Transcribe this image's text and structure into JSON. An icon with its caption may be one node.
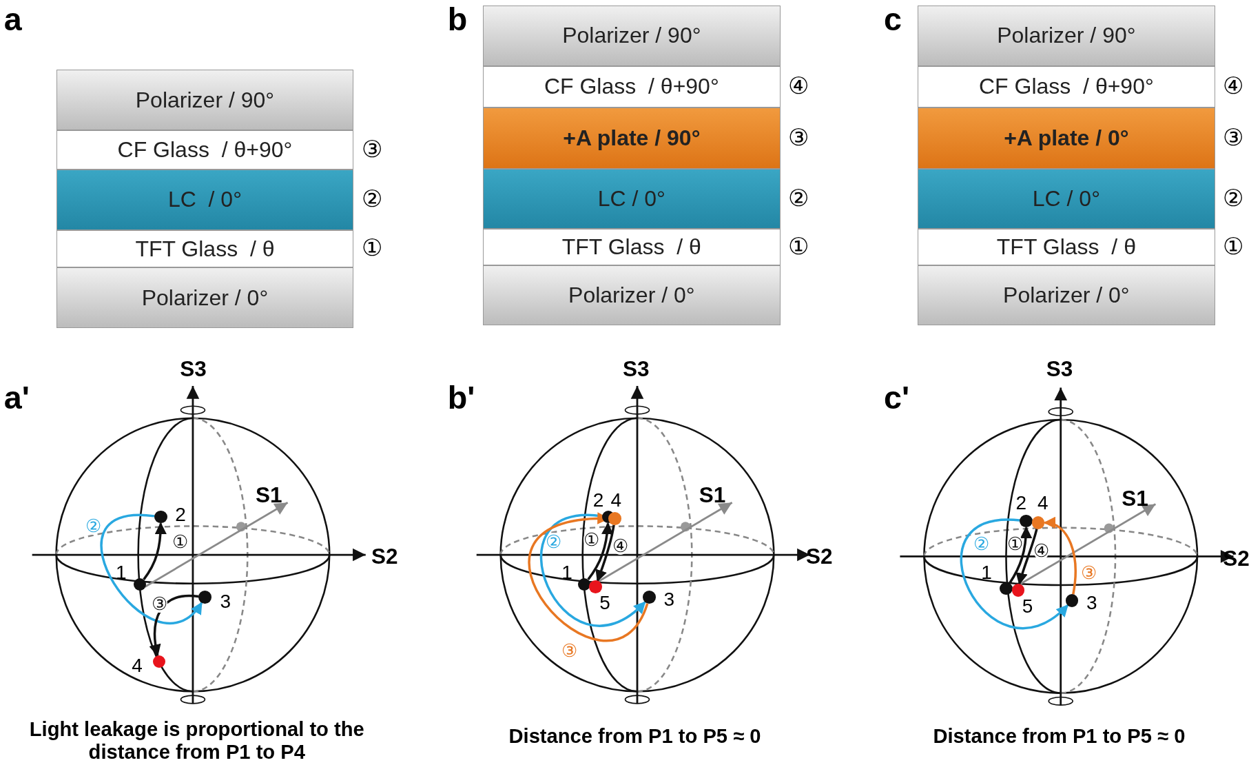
{
  "diagram": {
    "nodes": [
      {
        "text": [
          "Polarizer / 90°"
        ]
      },
      {
        "text": [
          "CF Glass  / θ+90°"
        ],
        "beside": [
          "③"
        ]
      },
      {
        "text": [
          "LC  / 0°"
        ],
        "beside": [
          "②"
        ]
      },
      {
        "text": [
          "TFT Glass  / θ"
        ],
        "beside": [
          "①"
        ]
      },
      {
        "text": [
          "Polarizer / 0°"
        ]
      },
      {
        "text": [
          "Polarizer / 90°"
        ]
      },
      {
        "text": [
          "CF Glass  / θ+90°"
        ],
        "beside": [
          "④"
        ]
      },
      {
        "text": [
          "+A plate / 90°"
        ],
        "beside": [
          "③"
        ]
      },
      {
        "text": [
          "LC / 0°"
        ],
        "beside": [
          "②"
        ]
      },
      {
        "text": [
          "TFT Glass  / θ"
        ],
        "beside": [
          "①"
        ]
      },
      {
        "text": [
          "Polarizer / 0°"
        ]
      },
      {
        "text": [
          "Polarizer / 90°"
        ]
      },
      {
        "text": [
          "CF Glass  / θ+90°"
        ],
        "beside": [
          "④"
        ]
      },
      {
        "text": [
          "+A plate / 0°"
        ],
        "beside": [
          "③"
        ]
      },
      {
        "text": [
          "LC / 0°"
        ],
        "beside": [
          "②"
        ]
      },
      {
        "text": [
          "TFT Glass  / θ"
        ],
        "beside": [
          "①"
        ]
      },
      {
        "text": [
          "Polarizer / 0°"
        ]
      },
      {
        "text": [],
        "shape": "circle",
        "beside": [
          "1"
        ]
      },
      {
        "text": [],
        "shape": "circle",
        "beside": [
          "2"
        ]
      },
      {
        "text": [],
        "shape": "circle",
        "beside": [
          "3"
        ]
      },
      {
        "text": [],
        "shape": "circle",
        "beside": [
          "4"
        ]
      },
      {
        "text": [],
        "shape": "circle",
        "beside": [
          "1"
        ]
      },
      {
        "text": [],
        "shape": "circle",
        "beside": [
          "2"
        ]
      },
      {
        "text": [],
        "shape": "circle",
        "beside": [
          "4"
        ]
      },
      {
        "text": [],
        "shape": "circle",
        "beside": [
          "3"
        ]
      },
      {
        "text": [],
        "shape": "circle",
        "beside": [
          "5"
        ]
      },
      {
        "text": [],
        "shape": "circle",
        "beside": [
          "1"
        ]
      },
      {
        "text": [],
        "shape": "circle",
        "beside": [
          "2"
        ]
      },
      {
        "text": [],
        "shape": "circle",
        "beside": [
          "4"
        ]
      },
      {
        "text": [],
        "shape": "circle",
        "beside": [
          "3"
        ]
      },
      {
        "text": [],
        "shape": "circle",
        "beside": [
          "5"
        ]
      }
    ],
    "edges": [
      {
        "from": 17,
        "to": 18,
        "arrow": "to",
        "label": "①"
      },
      {
        "from": 18,
        "to": 19,
        "arrow": "to",
        "label": "②",
        "color": "#29a8e0"
      },
      {
        "from": 19,
        "to": 20,
        "arrow": "to",
        "label": "③"
      },
      {
        "from": 21,
        "to": 22,
        "arrow": "to",
        "label": "①"
      },
      {
        "from": 22,
        "to": 24,
        "arrow": "to",
        "label": "②",
        "color": "#29a8e0"
      },
      {
        "from": 24,
        "to": 23,
        "arrow": "to",
        "label": "③",
        "color": "#e87722"
      },
      {
        "from": 23,
        "to": 25,
        "arrow": "to",
        "label": "④"
      },
      {
        "from": 26,
        "to": 27,
        "arrow": "to",
        "label": "①"
      },
      {
        "from": 27,
        "to": 29,
        "arrow": "to",
        "label": "②",
        "color": "#29a8e0"
      },
      {
        "from": 29,
        "to": 28,
        "arrow": "to",
        "label": "③",
        "color": "#e87722"
      },
      {
        "from": 28,
        "to": 30,
        "arrow": "to",
        "label": "④"
      }
    ],
    "labels": [
      "a",
      "b",
      "c",
      "a'",
      "S3",
      "S1",
      "S2",
      "Light leakage is proportional to the distance from P1 to P4",
      "b'",
      "S3",
      "S1",
      "S2",
      "Distance from P1 to P5 ≈ 0",
      "c'",
      "S3",
      "S1",
      "S2",
      "Distance from P1 to P5 ≈ 0"
    ]
  }
}
